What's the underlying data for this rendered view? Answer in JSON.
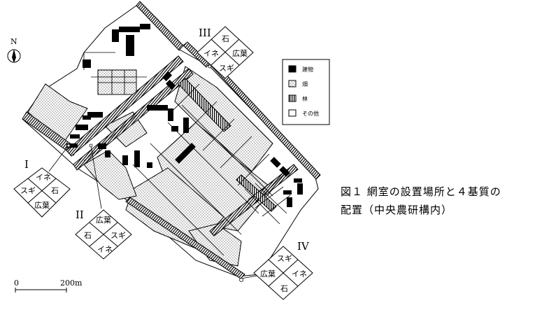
{
  "north": {
    "label": "N"
  },
  "sites": [
    {
      "id": "I",
      "roman": "I",
      "top": "イネ",
      "left": "スギ",
      "right": "石",
      "bottom": "広葉"
    },
    {
      "id": "II",
      "roman": "II",
      "top": "広葉",
      "left": "石",
      "right": "スギ",
      "bottom": "イネ"
    },
    {
      "id": "III",
      "roman": "III",
      "top": "石",
      "left": "イネ",
      "right": "広葉",
      "bottom": "スギ"
    },
    {
      "id": "IV",
      "roman": "IV",
      "top": "スギ",
      "left": "広葉",
      "right": "イネ",
      "bottom": "石"
    }
  ],
  "legend": {
    "items": [
      {
        "pattern": "solid",
        "label": "建物"
      },
      {
        "pattern": "dots",
        "label": "畑"
      },
      {
        "pattern": "stripes",
        "label": "林"
      },
      {
        "pattern": "blank",
        "label": "その他"
      }
    ]
  },
  "scale": {
    "start": "0",
    "end": "200m"
  },
  "caption": {
    "line1": "図１ 網室の設置場所と４基質の",
    "line2": "配置（中央農研構内）"
  }
}
